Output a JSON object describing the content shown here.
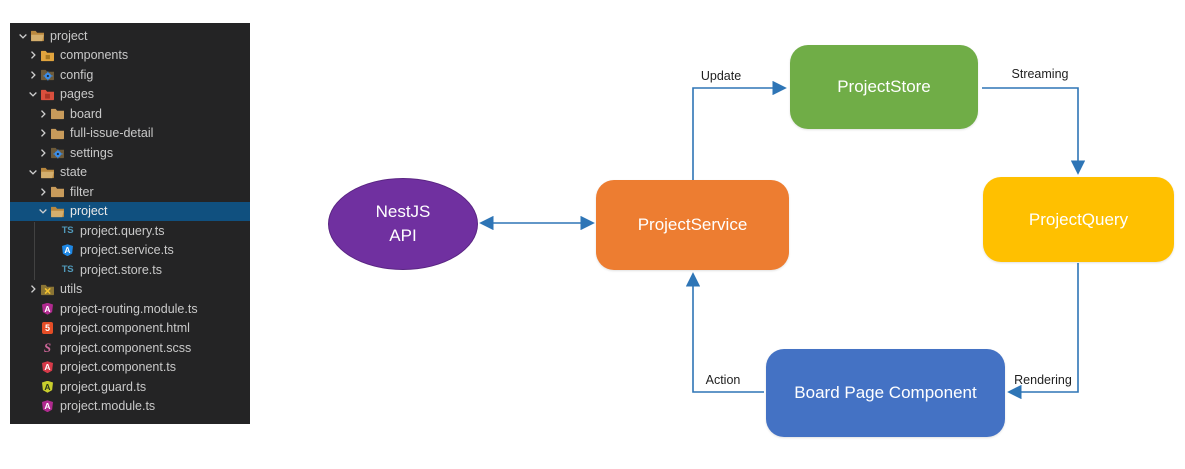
{
  "explorer": {
    "items": [
      {
        "label": "project",
        "level": 0,
        "chevron": "down",
        "icon": "folder-open",
        "selected": false
      },
      {
        "label": "components",
        "level": 1,
        "chevron": "right",
        "icon": "folder-components",
        "selected": false
      },
      {
        "label": "config",
        "level": 1,
        "chevron": "right",
        "icon": "folder-config",
        "selected": false
      },
      {
        "label": "pages",
        "level": 1,
        "chevron": "down",
        "icon": "folder-pages",
        "selected": false
      },
      {
        "label": "board",
        "level": 2,
        "chevron": "right",
        "icon": "folder",
        "selected": false
      },
      {
        "label": "full-issue-detail",
        "level": 2,
        "chevron": "right",
        "icon": "folder",
        "selected": false
      },
      {
        "label": "settings",
        "level": 2,
        "chevron": "right",
        "icon": "folder-config",
        "selected": false
      },
      {
        "label": "state",
        "level": 1,
        "chevron": "down",
        "icon": "folder-open",
        "selected": false
      },
      {
        "label": "filter",
        "level": 2,
        "chevron": "right",
        "icon": "folder",
        "selected": false
      },
      {
        "label": "project",
        "level": 2,
        "chevron": "down",
        "icon": "folder-open",
        "selected": true
      },
      {
        "label": "project.query.ts",
        "level": 3,
        "chevron": null,
        "icon": "typescript",
        "selected": false
      },
      {
        "label": "project.service.ts",
        "level": 3,
        "chevron": null,
        "icon": "angular-service",
        "selected": false
      },
      {
        "label": "project.store.ts",
        "level": 3,
        "chevron": null,
        "icon": "typescript",
        "selected": false
      },
      {
        "label": "utils",
        "level": 1,
        "chevron": "right",
        "icon": "folder-utils",
        "selected": false
      },
      {
        "label": "project-routing.module.ts",
        "level": 1,
        "chevron": null,
        "icon": "angular-routing",
        "selected": false
      },
      {
        "label": "project.component.html",
        "level": 1,
        "chevron": null,
        "icon": "html",
        "selected": false
      },
      {
        "label": "project.component.scss",
        "level": 1,
        "chevron": null,
        "icon": "scss",
        "selected": false
      },
      {
        "label": "project.component.ts",
        "level": 1,
        "chevron": null,
        "icon": "angular-component",
        "selected": false
      },
      {
        "label": "project.guard.ts",
        "level": 1,
        "chevron": null,
        "icon": "guard",
        "selected": false
      },
      {
        "label": "project.module.ts",
        "level": 1,
        "chevron": null,
        "icon": "angular-module",
        "selected": false
      }
    ],
    "selection_color": "#10507f",
    "background_color": "#242425"
  },
  "diagram": {
    "nodes": {
      "nestjs_api": {
        "label": "NestJS\nAPI",
        "color": "#7030A0"
      },
      "project_service": {
        "label": "ProjectService",
        "color": "#ED7D31"
      },
      "project_store": {
        "label": "ProjectStore",
        "color": "#70AD47"
      },
      "project_query": {
        "label": "ProjectQuery",
        "color": "#FFC000"
      },
      "board_page": {
        "label": "Board Page Component",
        "color": "#4472C4"
      }
    },
    "edge_labels": {
      "update": "Update",
      "streaming": "Streaming",
      "rendering": "Rendering",
      "action": "Action"
    },
    "arrow_color": "#2E75B6",
    "label_color": "#1F1F1F"
  }
}
